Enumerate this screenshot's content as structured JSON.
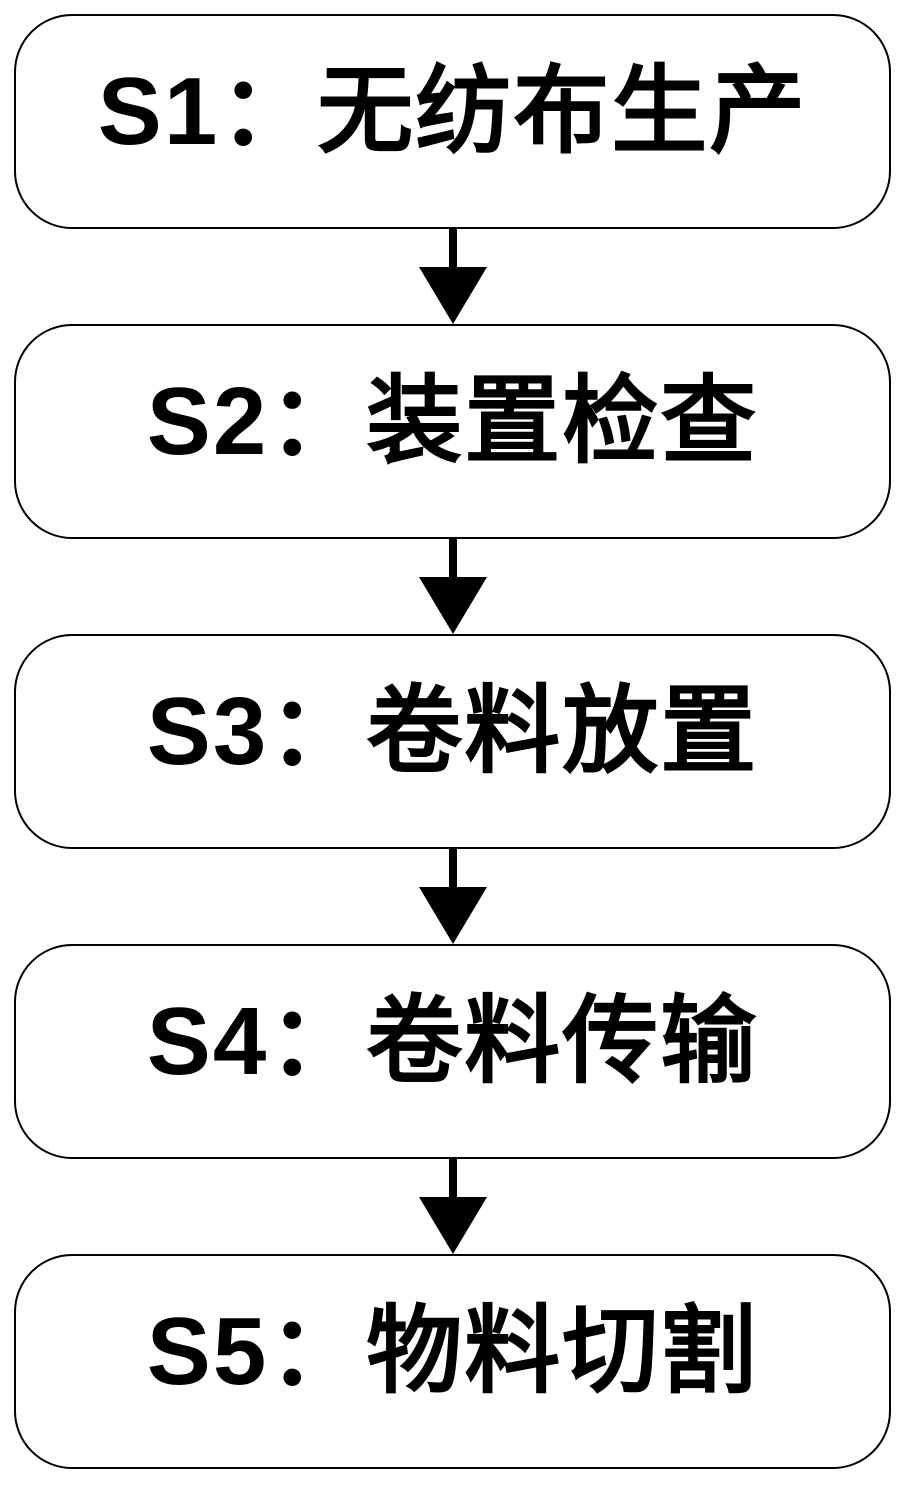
{
  "flowchart": {
    "steps": [
      {
        "label": "S1：无纺布生产"
      },
      {
        "label": "S2：装置检查"
      },
      {
        "label": "S3：卷料放置"
      },
      {
        "label": "S4：卷料传输"
      },
      {
        "label": "S5：物料切割"
      }
    ],
    "colors": {
      "background": "#ffffff",
      "box_border": "#000000",
      "text": "#000000",
      "arrow": "#000000"
    }
  }
}
